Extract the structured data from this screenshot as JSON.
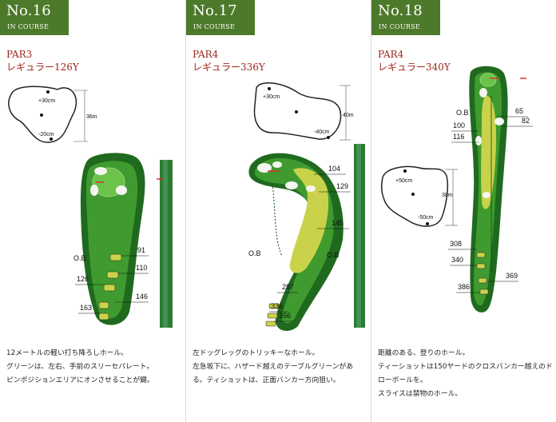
{
  "holes": [
    {
      "number": "No.16",
      "course_label": "IN COURSE",
      "par": "PAR3",
      "regular": "レギュラー126Y",
      "green_offsets": {
        "top": "+30cm",
        "bottom": "-20cm",
        "depth": "36m"
      },
      "markers": [
        "91",
        "110",
        "126",
        "146",
        "163"
      ],
      "ob": "O.B",
      "description": [
        "12メートルの軽い打ち降ろしホール。",
        "グリーンは、左右、手前のスリーセパレート。",
        "ピンポジションエリアにオンさせることが鍵。"
      ]
    },
    {
      "number": "No.17",
      "course_label": "IN COURSE",
      "par": "PAR4",
      "regular": "レギュラー336Y",
      "green_offsets": {
        "top": "+30cm",
        "bottom": "-40cm",
        "depth": "40m"
      },
      "markers": [
        "104",
        "129",
        "145",
        "287",
        "336",
        "356"
      ],
      "ob_left": "O.B",
      "ob_right": "O.B",
      "description": [
        "左ドッグレッグのトリッキーなホール。",
        "左急坂下に、ハザード越えのテーブルグリーンがあ",
        "る。ティショットは、正面バンカー方向狙い。"
      ]
    },
    {
      "number": "No.18",
      "course_label": "IN COURSE",
      "par": "PAR4",
      "regular": "レギュラー340Y",
      "green_offsets": {
        "top": "+50cm",
        "bottom": "-50cm",
        "depth": "38m"
      },
      "markers": [
        "65",
        "82",
        "100",
        "116",
        "308",
        "340",
        "369",
        "386"
      ],
      "ob": "O.B",
      "description": [
        "距離のある、登りのホール。",
        "ティーショットは150ヤードのクロスバンカー越えのド",
        "ローボールを。",
        "スライスは禁物のホール。"
      ]
    }
  ],
  "colors": {
    "badge": "#4d7a2a",
    "par_text": "#a0281e",
    "fairway": "#3f9b2f",
    "rough": "#1f6a1f",
    "bunker": "#f4f6f0",
    "tee_shot": "#c9d24a"
  }
}
